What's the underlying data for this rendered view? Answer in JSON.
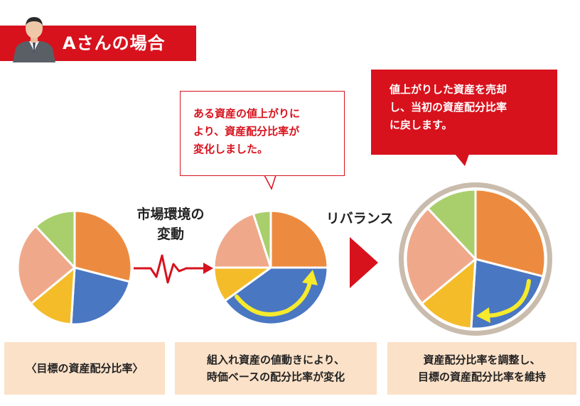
{
  "header": {
    "title": "Aさんの場合",
    "avatar_icon": "businessman-avatar-icon",
    "color": "#d7121d"
  },
  "callouts": {
    "change_note": "ある資産の値上がりに\nより、資産配分比率が\n変化しました。",
    "rebalance_note": "値上がりした資産を売却\nし、当初の資産配分比率\nに戻します。"
  },
  "labels": {
    "market_change": "市場環境の\n変動",
    "rebalance": "リバランス"
  },
  "captions": {
    "target": "〈目標の資産配分比率〉",
    "drift": "組入れ資産の値動きにより、\n時価ベースの配分比率が変化",
    "restore": "資産配分比率を調整し、\n目標の資産配分比率を維持"
  },
  "chart_data": [
    {
      "type": "pie",
      "title": "",
      "slices_pct": [
        {
          "color": "#ec8b3f",
          "value": 29
        },
        {
          "color": "#4a77c2",
          "value": 22
        },
        {
          "color": "#f4bc29",
          "value": 13
        },
        {
          "color": "#efa98a",
          "value": 24
        },
        {
          "color": "#a9cf6c",
          "value": 12
        }
      ]
    },
    {
      "type": "pie",
      "title": "",
      "slices_pct": [
        {
          "color": "#ec8b3f",
          "value": 25
        },
        {
          "color": "#4a77c2",
          "value": 40
        },
        {
          "color": "#f4bc29",
          "value": 10
        },
        {
          "color": "#efa98a",
          "value": 20
        },
        {
          "color": "#a9cf6c",
          "value": 5
        }
      ]
    },
    {
      "type": "pie",
      "title": "",
      "slices_pct": [
        {
          "color": "#ec8b3f",
          "value": 29
        },
        {
          "color": "#4a77c2",
          "value": 22
        },
        {
          "color": "#f4bc29",
          "value": 13
        },
        {
          "color": "#efa98a",
          "value": 24
        },
        {
          "color": "#a9cf6c",
          "value": 12
        }
      ]
    }
  ],
  "colors": {
    "accent_red": "#d7121d",
    "caption_bg": "#fbe1c8",
    "arrow_yellow": "#f6ea2c",
    "rim": "#c9bcad"
  }
}
